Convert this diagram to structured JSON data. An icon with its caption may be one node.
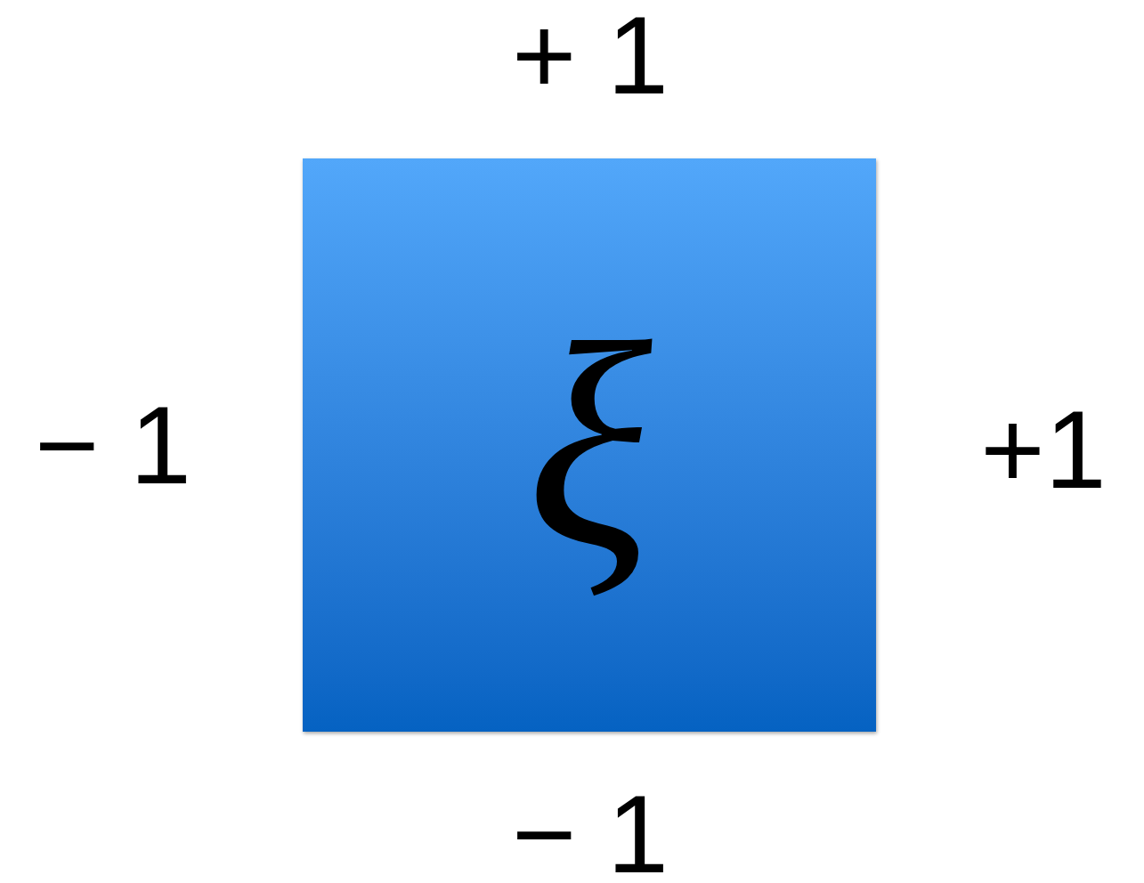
{
  "diagram": {
    "nodes": [
      {
        "text": [
          "ξ"
        ]
      }
    ],
    "labels": [
      "+ 1",
      "− 1",
      "+1",
      "− 1"
    ]
  }
}
